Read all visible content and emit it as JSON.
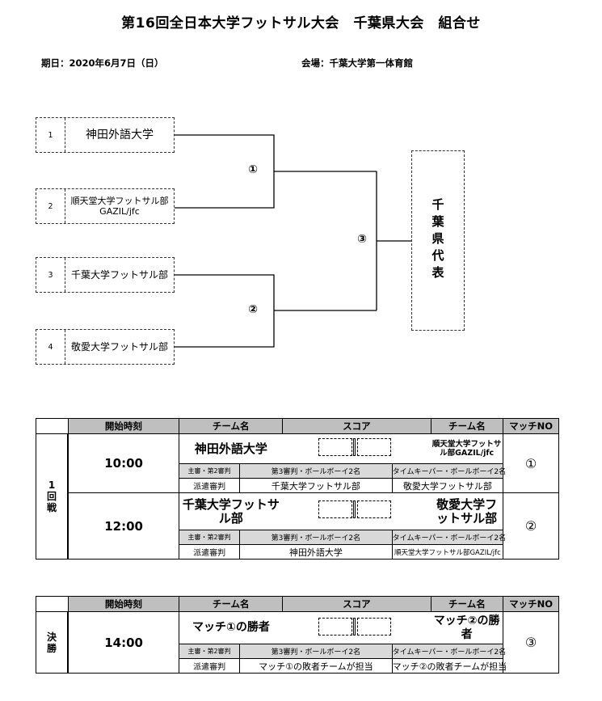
{
  "title": "第16回全日本大学フットサル大会　千葉県大会　組合せ",
  "date": "期日：2020年6月7日（日）",
  "venue": "会場：千葉大学第一体育館",
  "bracket": {
    "teams": [
      {
        "num": "1",
        "name": "神田外語大学"
      },
      {
        "num": "2",
        "name": "順天堂大学フットサル部GAZIL/jfc"
      },
      {
        "num": "3",
        "name": "千葉大学フットサル部"
      },
      {
        "num": "4",
        "name": "敬愛大学フットサル部"
      }
    ],
    "matches": [
      "①",
      "②",
      "③"
    ],
    "representative": "千葉県代表"
  },
  "headers": {
    "start_time": "開始時刻",
    "team_name": "チーム名",
    "score": "スコア",
    "match_no": "マッチNO"
  },
  "round1": {
    "label": [
      "1",
      "回",
      "戦"
    ],
    "games": [
      {
        "time": "10:00",
        "team_a": "神田外語大学",
        "team_b": "順天堂大学フットサル部GAZIL/jfc",
        "match_no": "①",
        "officials_label": "主審・第2審判",
        "third_ref": "第3審判・ボールボーイ2名",
        "timekeeper": "タイムキーパー・ボールボーイ2名",
        "dispatch_label": "派遣審判",
        "dispatch_a": "千葉大学フットサル部",
        "dispatch_b": "敬愛大学フットサル部"
      },
      {
        "time": "12:00",
        "team_a": "千葉大学フットサル部",
        "team_b": "敬愛大学フットサル部",
        "match_no": "②",
        "officials_label": "主審・第2審判",
        "third_ref": "第3審判・ボールボーイ2名",
        "timekeeper": "タイムキーパー・ボールボーイ2名",
        "dispatch_label": "派遣審判",
        "dispatch_a": "神田外語大学",
        "dispatch_b": "順天堂大学フットサル部GAZIL/jfc"
      }
    ]
  },
  "final": {
    "label": [
      "決",
      "勝"
    ],
    "time": "14:00",
    "team_a": "マッチ①の勝者",
    "team_b": "マッチ②の勝者",
    "match_no": "③",
    "officials_label": "主審・第2審判",
    "third_ref": "第3審判・ボールボーイ2名",
    "timekeeper": "タイムキーパー・ボールボーイ2名",
    "dispatch_label": "派遣審判",
    "dispatch_a": "マッチ①の敗者チームが担当",
    "dispatch_b": "マッチ②の敗者チームが担当"
  }
}
